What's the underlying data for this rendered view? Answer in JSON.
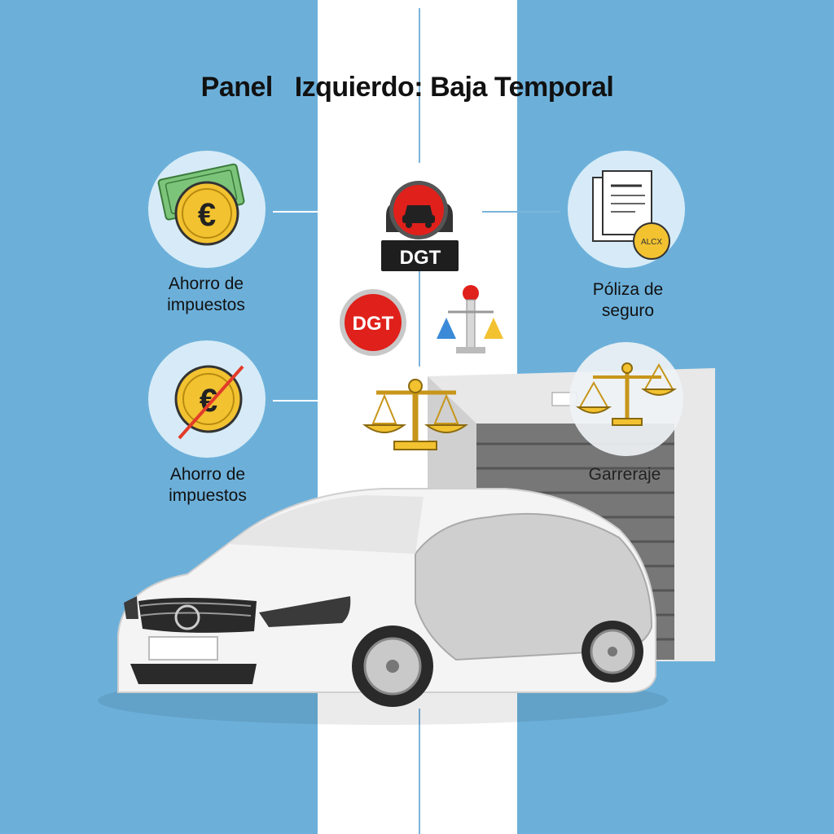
{
  "title": "Panel   Izquierdo: Baja Temporal",
  "items": {
    "tax_saving_top": {
      "line1": "Ahorro de",
      "line2": "impuestos",
      "icon": "euro-banknote-icon"
    },
    "tax_saving_bottom": {
      "line1": "Ahorro de",
      "line2": "impuestos",
      "icon": "euro-crossed-icon"
    },
    "insurance_policy": {
      "line1": "Póliza de",
      "line2": "seguro",
      "icon": "document-seal-icon"
    },
    "garage": {
      "label": "Garreraje",
      "icon": "scales-icon"
    }
  },
  "badges": {
    "dgt_main": "DGT",
    "dgt_small": "DGT"
  },
  "seal_text": "ALCX",
  "colors": {
    "blue_band": "#6cb0da",
    "white_band": "#ffffff",
    "circle_fill": "#d6ebf7",
    "gold": "#f2c230",
    "red": "#d8211b"
  }
}
